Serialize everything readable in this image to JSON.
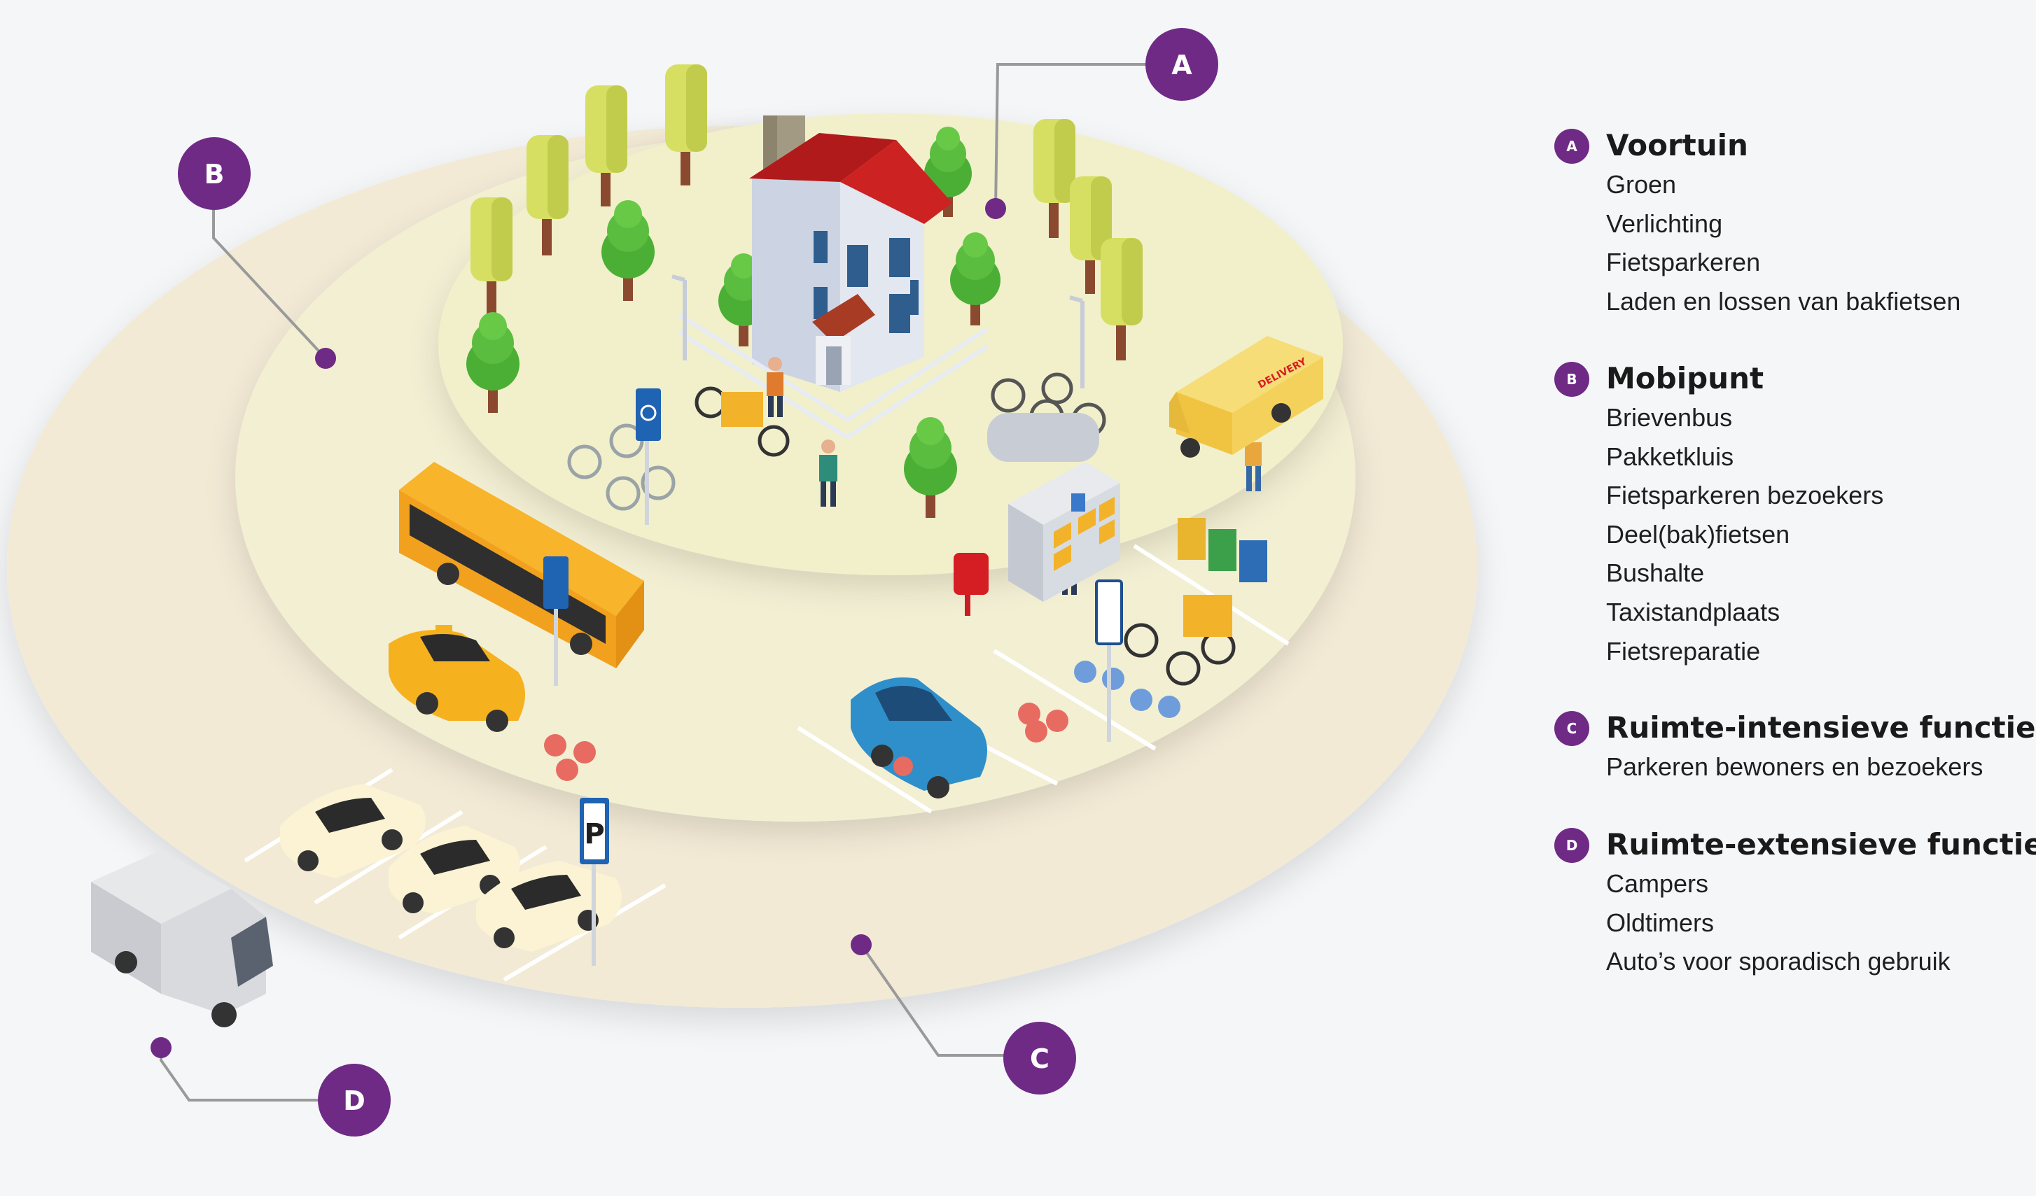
{
  "callouts": [
    {
      "letter": "A"
    },
    {
      "letter": "B"
    },
    {
      "letter": "C"
    },
    {
      "letter": "D"
    }
  ],
  "legend": {
    "sections": [
      {
        "letter": "A",
        "title": "Voortuin",
        "items": [
          "Groen",
          "Verlichting",
          "Fietsparkeren",
          "Laden en lossen van bakfietsen"
        ]
      },
      {
        "letter": "B",
        "title": "Mobipunt",
        "items": [
          "Brievenbus",
          "Pakketkluis",
          "Fietsparkeren bezoekers",
          "Deel(bak)fietsen",
          "Bushalte",
          "Taxistandplaats",
          "Fietsreparatie"
        ]
      },
      {
        "letter": "C",
        "title": "Ruimte-intensieve functies",
        "items": [
          "Parkeren bewoners en bezoekers"
        ]
      },
      {
        "letter": "D",
        "title": "Ruimte-extensieve functies",
        "items": [
          "Campers",
          "Oldtimers",
          "Auto’s voor sporadisch gebruik"
        ]
      }
    ]
  },
  "scene": {
    "parking_sign": "P",
    "delivery_text": "DELIVERY"
  },
  "colors": {
    "accent_purple": "#6f2a86",
    "outer_ring": "#f2ead5",
    "middle_ring": "#f2eed2",
    "inner_ring": "#f0efcc",
    "background": "#f5f6f8"
  }
}
